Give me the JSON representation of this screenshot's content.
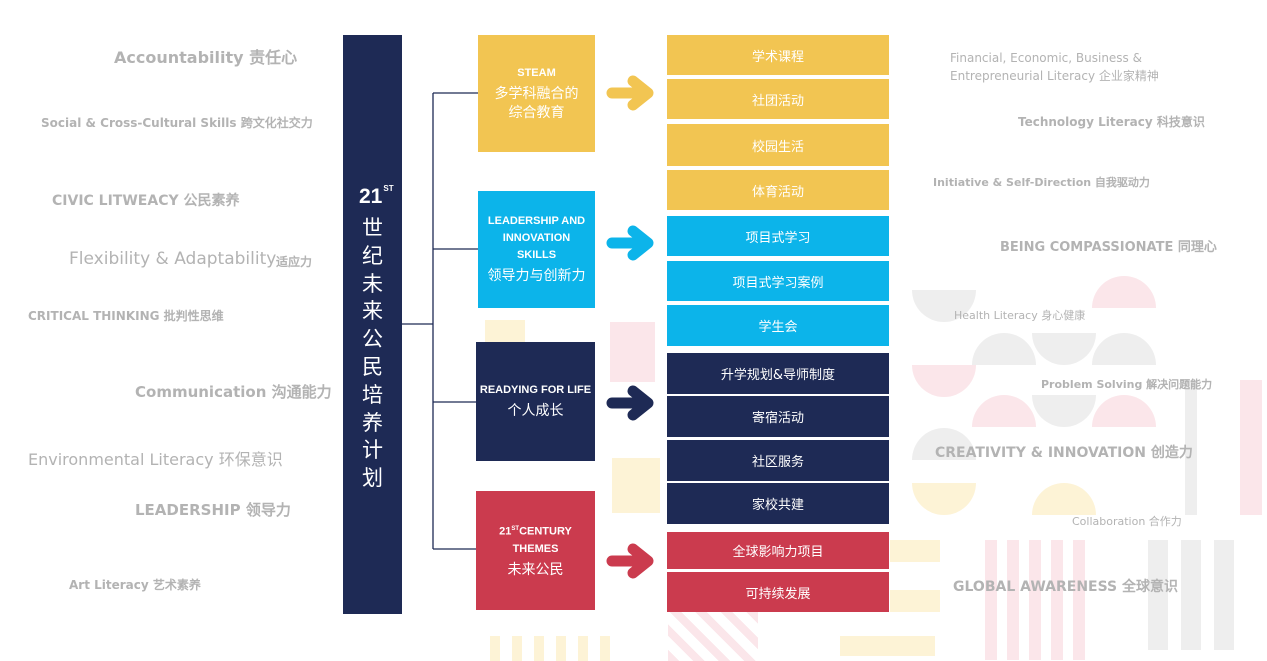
{
  "spine": {
    "number": "21",
    "superscript": "ST",
    "title_chars": [
      "世",
      "纪",
      "未",
      "来",
      "公",
      "民",
      "培",
      "养",
      "计",
      "划"
    ]
  },
  "pillars": [
    {
      "en": "STEAM",
      "zh_lines": [
        "多学科融合的",
        "综合教育"
      ],
      "color": "#f2c552"
    },
    {
      "en_lines": [
        "LEADERSHIP AND",
        "INNOVATION",
        "SKILLS"
      ],
      "zh": "领导力与创新力",
      "color": "#0cb4ea"
    },
    {
      "en": "READYING FOR LIFE",
      "zh": "个人成长",
      "color": "#1e2a55"
    },
    {
      "en_prefix": "21",
      "en_sup": "ST",
      "en_rest": "CENTURY",
      "en_line2": "THEMES",
      "zh": "未来公民",
      "color": "#cb3b4e"
    }
  ],
  "items": [
    "学术课程",
    "社团活动",
    "校园生活",
    "体育活动",
    "项目式学习",
    "项目式学习案例",
    "学生会",
    "升学规划&导师制度",
    "寄宿活动",
    "社区服务",
    "家校共建",
    "全球影响力项目",
    "可持续发展"
  ],
  "skills_left": [
    "Accountability 责任心",
    "Social & Cross-Cultural Skills 跨文化社交力",
    "CIVIC LITWEACY 公民素养",
    "Flexibility & Adaptability",
    "适应力",
    "CRITICAL THINKING 批判性思维",
    "Communication 沟通能力",
    "Environmental Literacy 环保意识",
    "LEADERSHIP 领导力",
    "Art Literacy 艺术素养"
  ],
  "skills_right": [
    "Financial, Economic, Business &",
    "Entrepreneurial Literacy 企业家精神",
    "Technology Literacy 科技意识",
    "Initiative & Self-Direction 自我驱动力",
    "BEING COMPASSIONATE 同理心",
    "Health Literacy 身心健康",
    "Problem Solving 解决问题能力",
    "CREATIVITY & INNOVATION 创造力",
    "Collaboration 合作力",
    "GLOBAL AWARENESS 全球意识"
  ],
  "colors": {
    "navy": "#1e2a55",
    "yellow": "#f2c552",
    "cyan": "#0cb4ea",
    "red": "#cb3b4e",
    "gray_text": "#b3b3b3"
  }
}
